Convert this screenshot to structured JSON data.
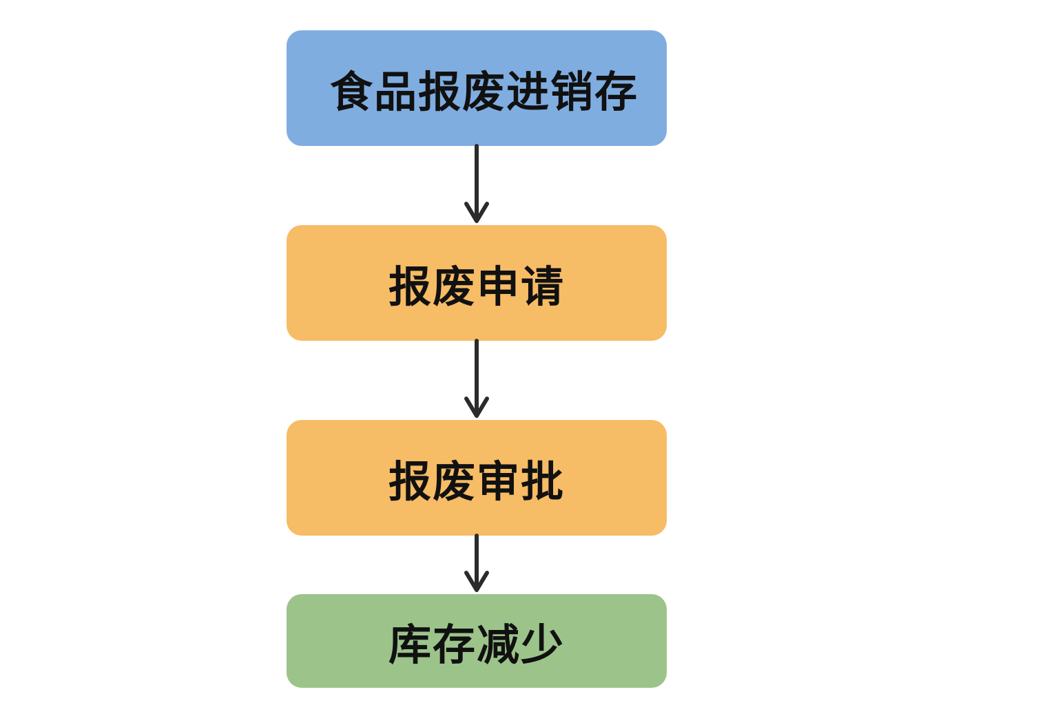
{
  "flowchart": {
    "nodes": [
      {
        "id": "n1",
        "label": "食品报废进销存",
        "color": "#80ade0"
      },
      {
        "id": "n2",
        "label": "报废申请",
        "color": "#f7bc66"
      },
      {
        "id": "n3",
        "label": "报废审批",
        "color": "#f7bc66"
      },
      {
        "id": "n4",
        "label": "库存减少",
        "color": "#9cc48a"
      }
    ],
    "edges": [
      {
        "from": "n1",
        "to": "n2"
      },
      {
        "from": "n2",
        "to": "n3"
      },
      {
        "from": "n3",
        "to": "n4"
      }
    ],
    "arrow_color": "#2b2b2b"
  }
}
